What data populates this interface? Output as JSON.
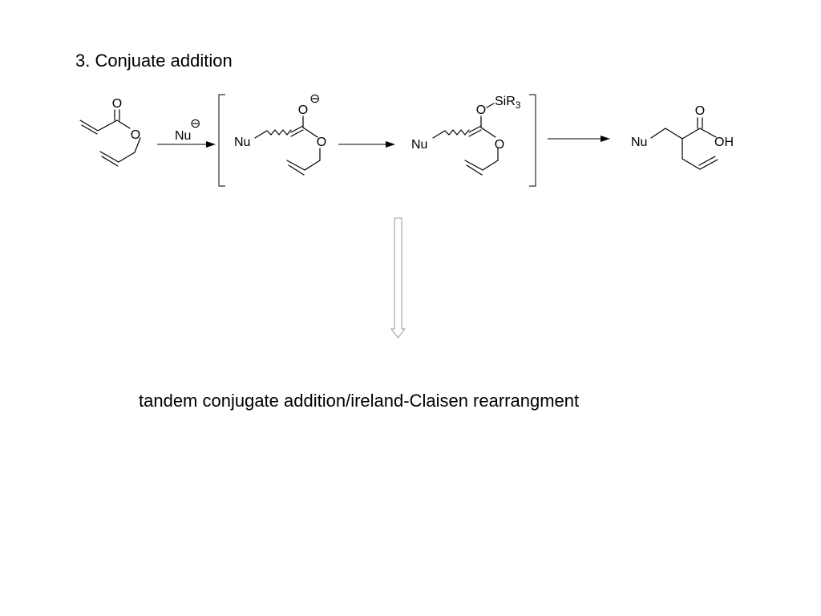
{
  "slide": {
    "title": "3. Conjuate addition",
    "caption": "tandem conjugate addition/ireland-Claisen rearrangment"
  },
  "scheme": {
    "start_material": {
      "carbonyl_o": "O",
      "ester_o": "O"
    },
    "reagent": {
      "label": "Nu",
      "charge": "⊖"
    },
    "enolate": {
      "nu": "Nu",
      "o_minus": "O",
      "charge": "⊖",
      "ester_o": "O"
    },
    "silyl_ketene_acetal": {
      "nu": "Nu",
      "o_si": "O",
      "silyl": "SiR",
      "silyl_sub": "3",
      "ester_o": "O"
    },
    "product": {
      "nu": "Nu",
      "carbonyl_o": "O",
      "acid": "OH"
    }
  }
}
